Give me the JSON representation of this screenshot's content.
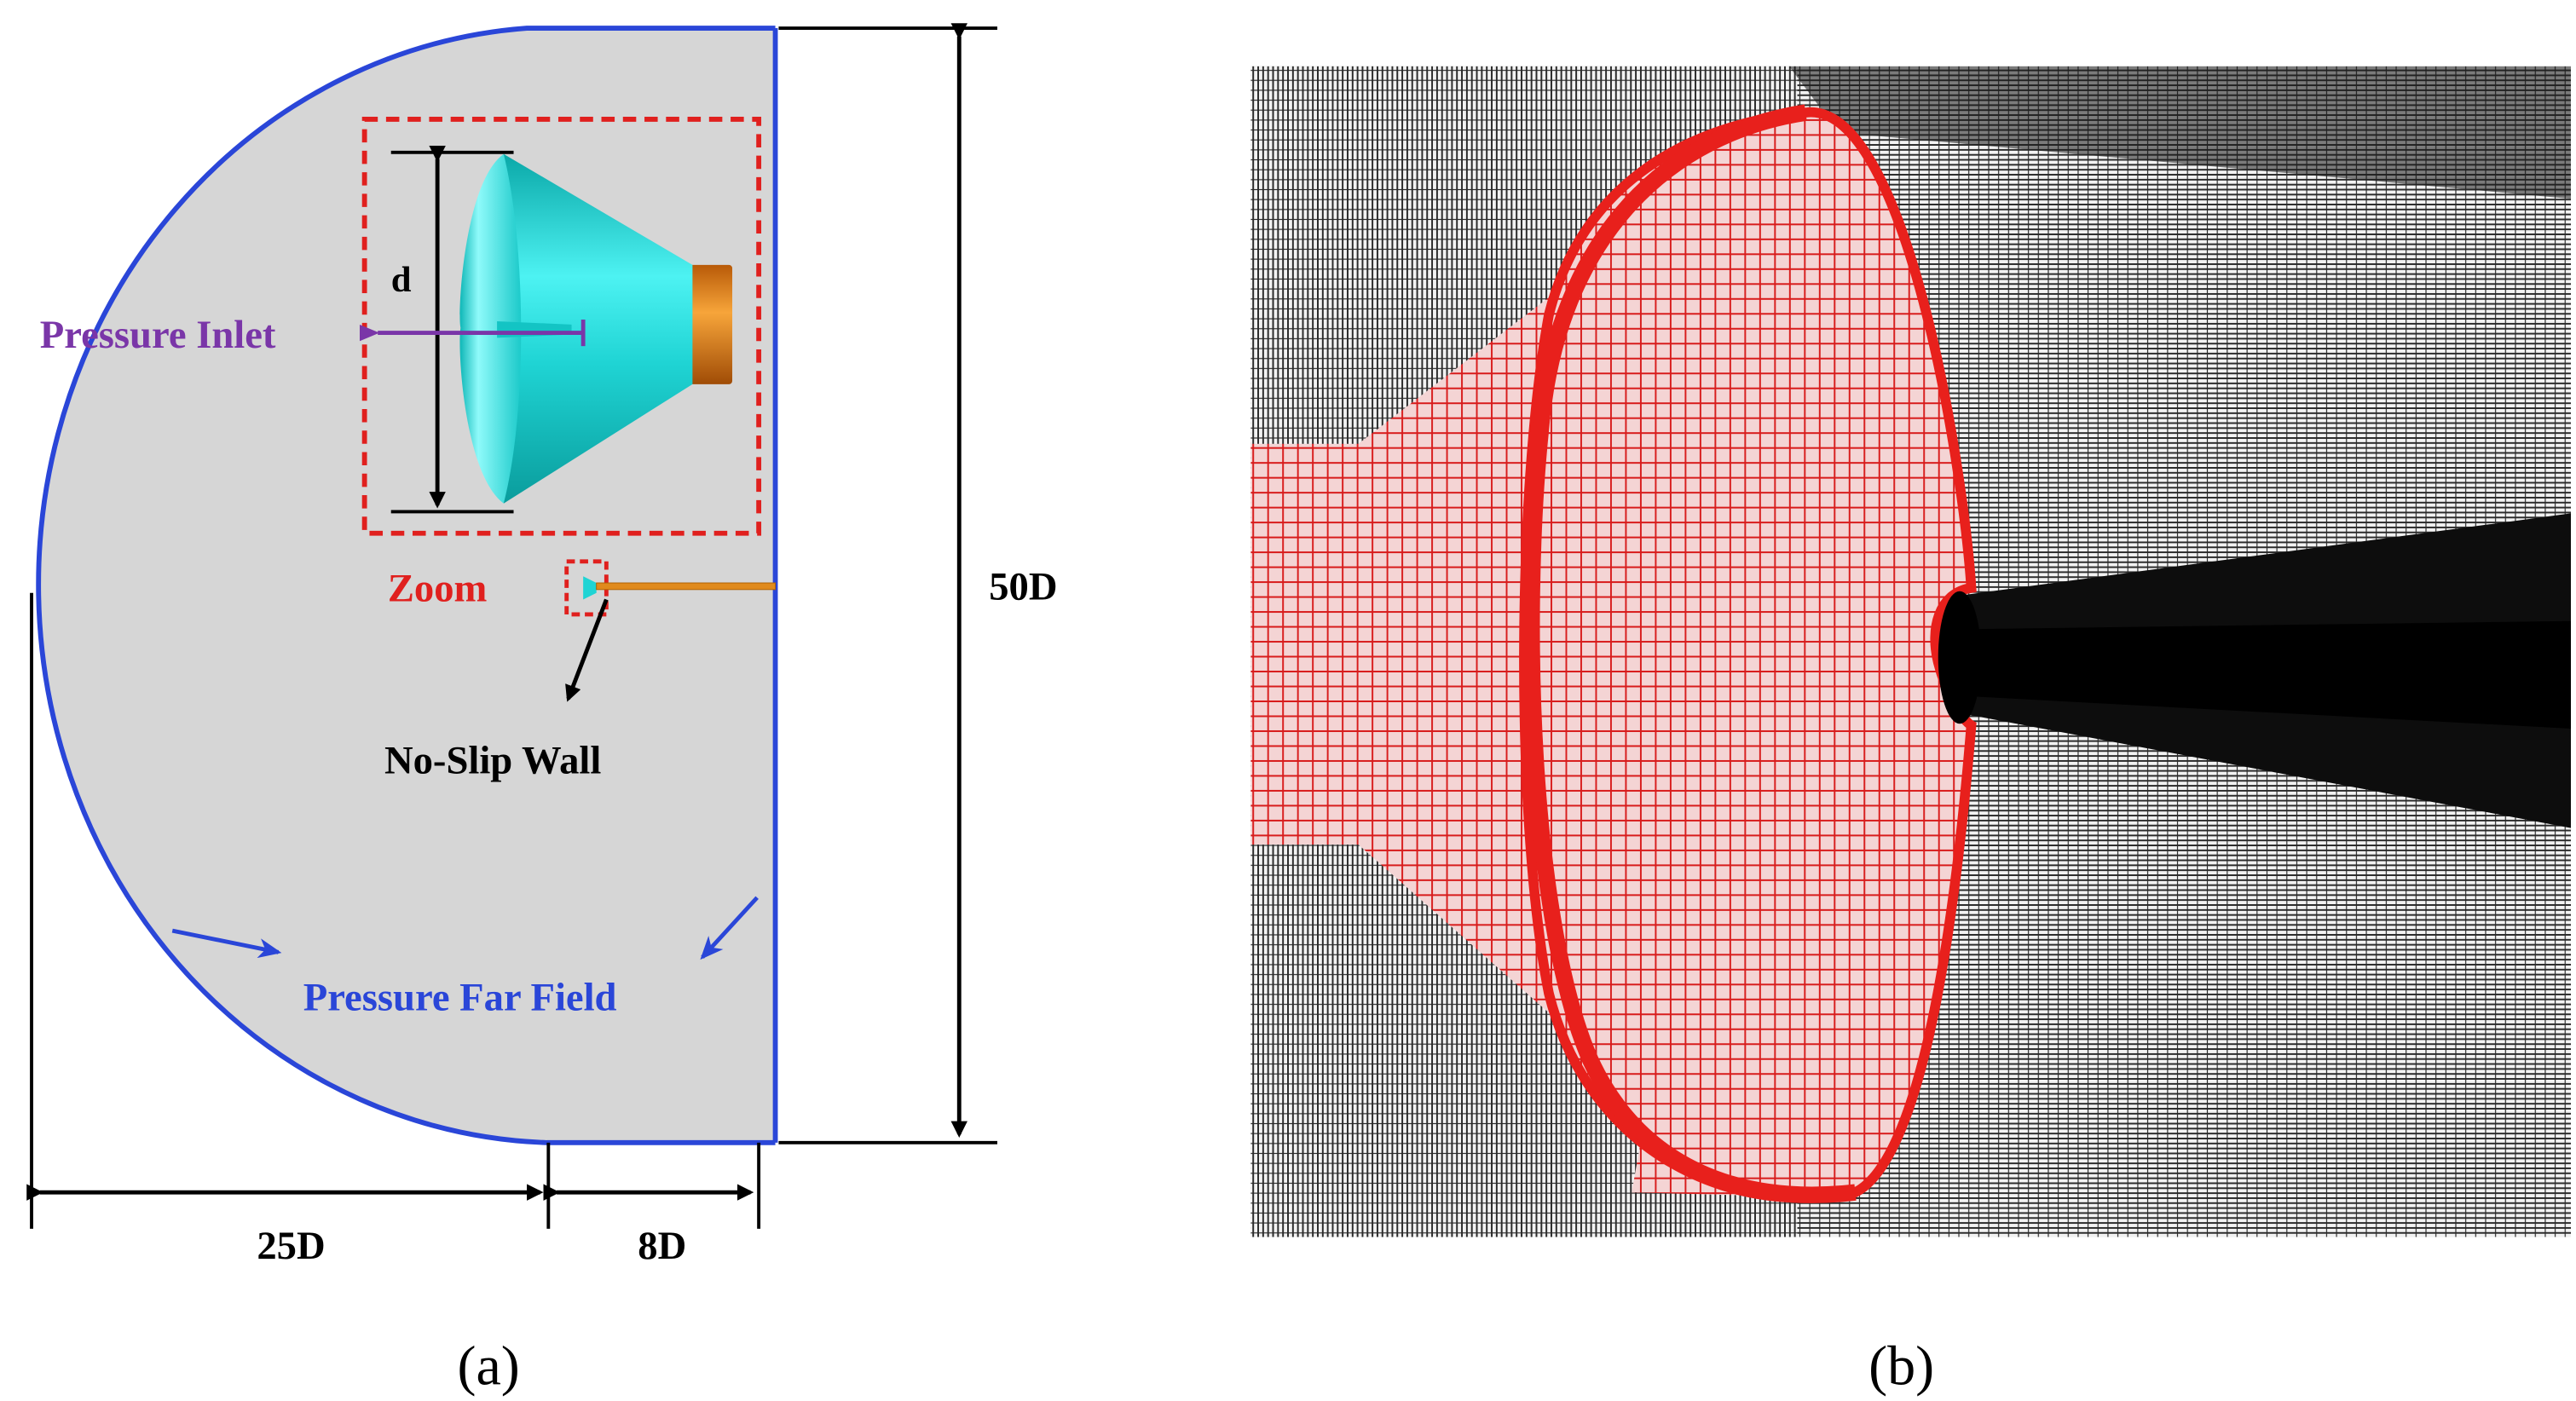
{
  "panel_a": {
    "caption": "(a)",
    "labels": {
      "pressure_inlet": "Pressure Inlet",
      "zoom": "Zoom",
      "no_slip_wall": "No-Slip Wall",
      "pressure_far_field": "Pressure Far Field",
      "d": "d",
      "dim_50d": "50D",
      "dim_25d": "25D",
      "dim_8d": "8D"
    },
    "colors": {
      "domain_fill": "#d6d6d6",
      "far_field_boundary": "#2a46d8",
      "zoom_box": "#e0201e",
      "inlet_arrow": "#7a36a8",
      "body_cyan": "#1fd4d4",
      "body_orange": "#e07a12",
      "dimension_lines": "#000000"
    }
  },
  "panel_b": {
    "caption": "(b)",
    "colors": {
      "background_mesh": "#3a3a3a",
      "surface_mesh": "#e8201c"
    }
  }
}
